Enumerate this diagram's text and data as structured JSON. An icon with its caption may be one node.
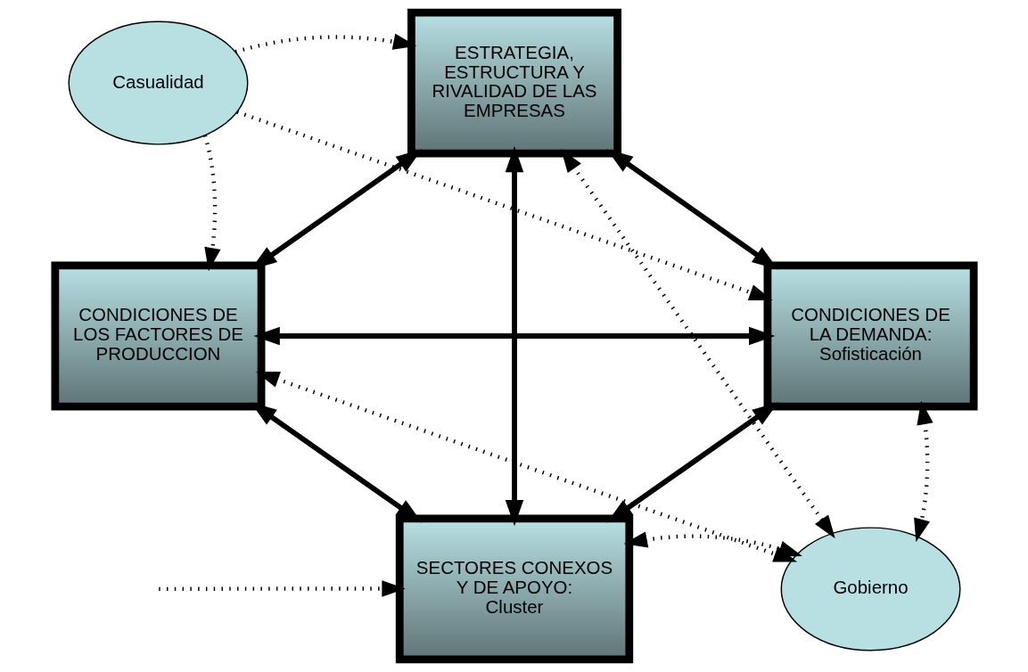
{
  "diagram": {
    "nodes": [
      {
        "text": [
          "Casualidad"
        ]
      },
      {
        "text": [
          "ESTRATEGIA, ESTRUCTURA Y RIVALIDAD DE LAS EMPRESAS"
        ]
      },
      {
        "text": [
          "CONDICIONES DE LOS FACTORES DE PRODUCCION"
        ]
      },
      {
        "text": [
          "CONDICIONES DE LA DEMANDA: Sofisticación"
        ]
      },
      {
        "text": [
          "SECTORES CONEXOS Y DE APOYO: Cluster"
        ]
      },
      {
        "text": [
          "Gobierno"
        ]
      }
    ],
    "edges": [
      {
        "from": 0,
        "to": 1,
        "arrow": "to",
        "style": "dashed"
      },
      {
        "from": 0,
        "to": 2,
        "arrow": "to",
        "style": "dashed"
      },
      {
        "from": 0,
        "to": 3,
        "arrow": "to",
        "style": "dashed"
      },
      {
        "from": null,
        "to": 4,
        "arrow": "to",
        "style": "dashed"
      },
      {
        "from": 1,
        "to": 2,
        "arrow": "both"
      },
      {
        "from": 1,
        "to": 3,
        "arrow": "both"
      },
      {
        "from": 1,
        "to": 4,
        "arrow": "both"
      },
      {
        "from": 2,
        "to": 3,
        "arrow": "both"
      },
      {
        "from": 2,
        "to": 4,
        "arrow": "both"
      },
      {
        "from": 3,
        "to": 4,
        "arrow": "both"
      },
      {
        "from": 2,
        "to": 5,
        "arrow": "both",
        "style": "dashed"
      },
      {
        "from": 1,
        "to": 5,
        "arrow": "both",
        "style": "dashed"
      },
      {
        "from": 3,
        "to": 5,
        "arrow": "both",
        "style": "dashed"
      },
      {
        "from": 4,
        "to": 5,
        "arrow": "both",
        "style": "dashed"
      }
    ]
  }
}
